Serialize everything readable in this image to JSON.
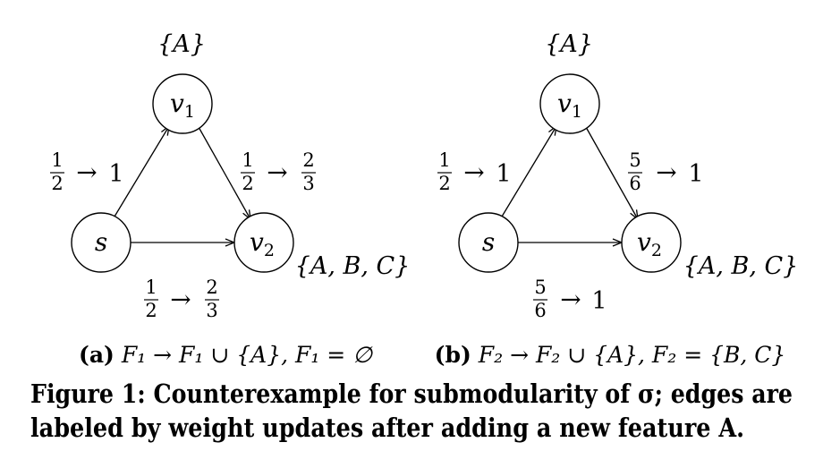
{
  "panels": [
    {
      "id": "a",
      "nodes": {
        "s": "s",
        "v1": "v",
        "v1_sub": "1",
        "v2": "v",
        "v2_sub": "2"
      },
      "node_sets": {
        "v1": "{A}",
        "v2": "{A, B, C}"
      },
      "edges": {
        "s_v1": {
          "from_num": "1",
          "from_den": "2",
          "arrow": "→",
          "to": "1"
        },
        "v1_v2": {
          "from_num": "1",
          "from_den": "2",
          "arrow": "→",
          "to_num": "2",
          "to_den": "3"
        },
        "s_v2": {
          "from_num": "1",
          "from_den": "2",
          "arrow": "→",
          "to_num": "2",
          "to_den": "3"
        }
      },
      "caption": {
        "label": "(a)",
        "text": "F₁ → F₁ ∪ {A}, F₁ = ∅"
      }
    },
    {
      "id": "b",
      "nodes": {
        "s": "s",
        "v1": "v",
        "v1_sub": "1",
        "v2": "v",
        "v2_sub": "2"
      },
      "node_sets": {
        "v1": "{A}",
        "v2": "{A, B, C}"
      },
      "edges": {
        "s_v1": {
          "from_num": "1",
          "from_den": "2",
          "arrow": "→",
          "to": "1"
        },
        "v1_v2": {
          "from_num": "5",
          "from_den": "6",
          "arrow": "→",
          "to": "1"
        },
        "s_v2": {
          "from_num": "5",
          "from_den": "6",
          "arrow": "→",
          "to": "1"
        }
      },
      "caption": {
        "label": "(b)",
        "text": "F₂ → F₂ ∪ {A}, F₂ = {B, C}"
      }
    }
  ],
  "figure_caption": {
    "line1": "Figure 1: Counterexample for submodularity of σ; edges are",
    "line2": "labeled by weight updates after adding a new feature A."
  }
}
